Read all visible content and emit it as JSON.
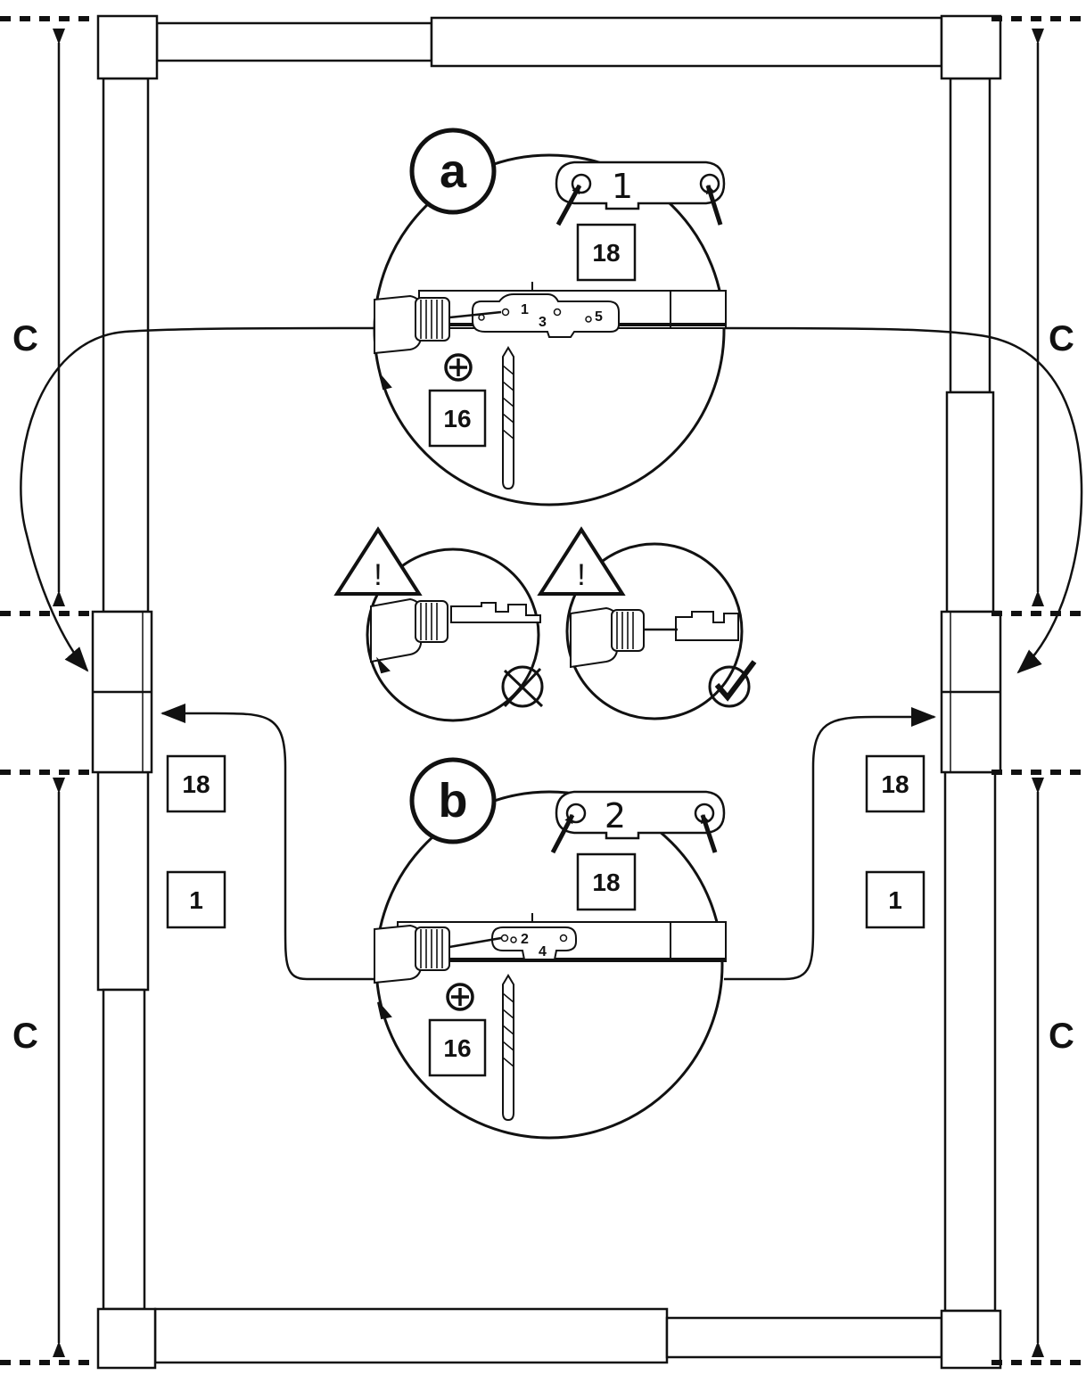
{
  "dimension_label": "C",
  "detail_a": {
    "label": "a",
    "bracket_number": "1",
    "bracket_screw": "18",
    "hole_numbers": [
      "1",
      "3",
      "5"
    ],
    "drill_bit": "16"
  },
  "detail_b": {
    "label": "b",
    "bracket_number": "2",
    "bracket_screw": "18",
    "hole_numbers": [
      "2",
      "4"
    ],
    "drill_bit": "16"
  },
  "warning_symbol": "!",
  "side_left": {
    "screw": "18",
    "part": "1"
  },
  "side_right": {
    "screw": "18",
    "part": "1"
  },
  "icons": {
    "warning": "warning-triangle-icon",
    "wrong": "cross-circle-icon",
    "right": "check-circle-icon",
    "cross_head": "phillips-screw-icon",
    "drill": "drill-icon",
    "drill_bit": "drill-bit-icon"
  }
}
